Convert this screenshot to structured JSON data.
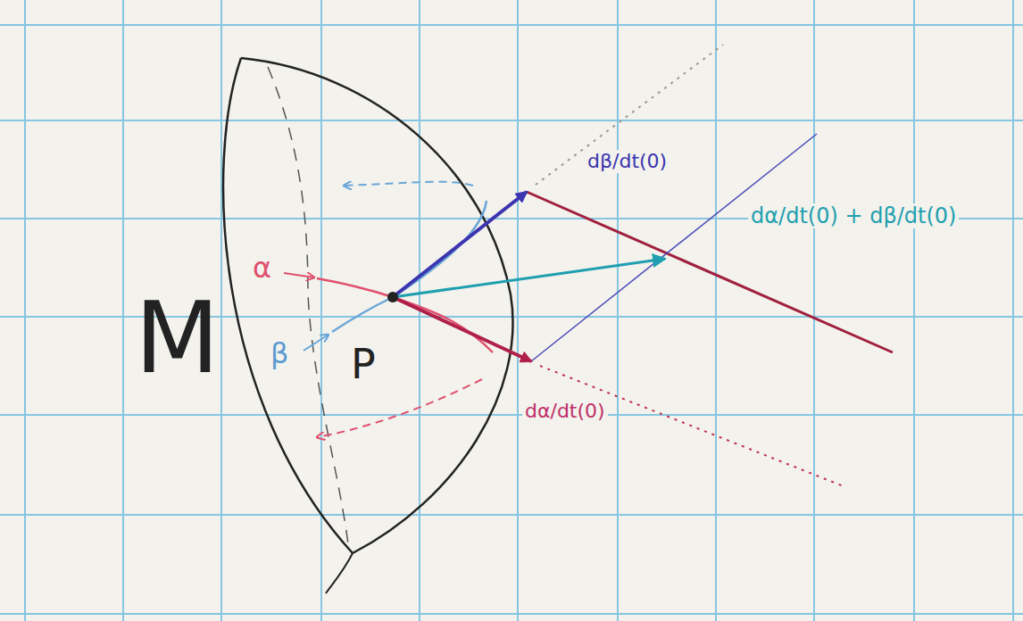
{
  "diagram": {
    "labels": [
      "M",
      "P",
      "α",
      "β",
      "dβ/dt(0)",
      "dα/dt(0)",
      "dα/dt(0) + dβ/dt(0)"
    ]
  }
}
